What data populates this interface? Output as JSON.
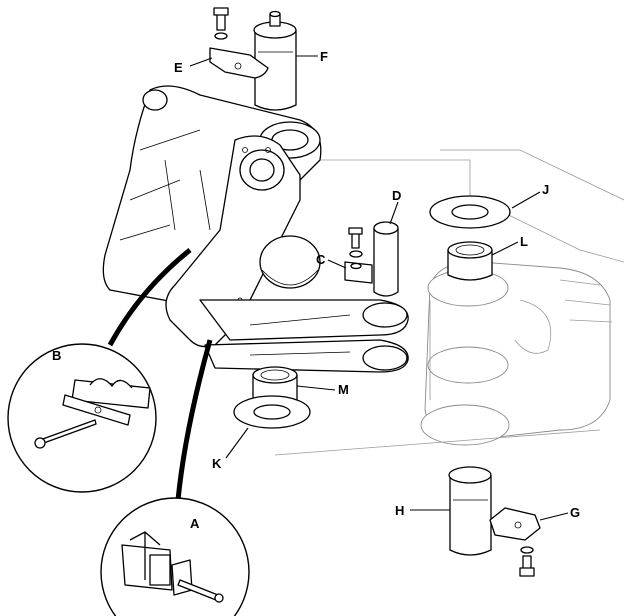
{
  "labels": {
    "a": "A",
    "b": "B",
    "c": "C",
    "d": "D",
    "e": "E",
    "f": "F",
    "g": "G",
    "h": "H",
    "j": "J",
    "k": "K",
    "l": "L",
    "m": "M"
  }
}
